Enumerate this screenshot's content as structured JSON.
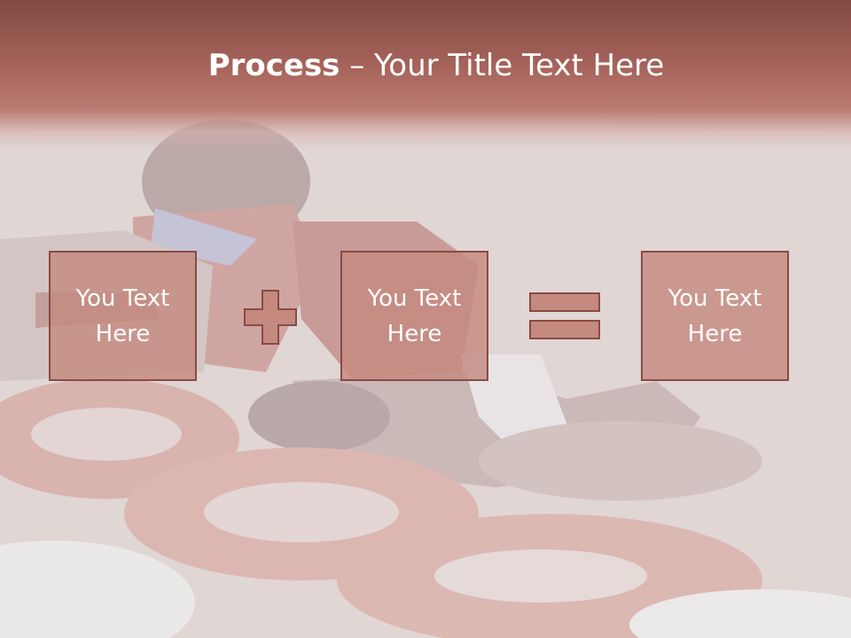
{
  "slide": {
    "title_bold": "Process",
    "title_rest": " – Your Title Text Here",
    "boxes": [
      {
        "line1": "You Text",
        "line2": "Here"
      },
      {
        "line1": "You Text",
        "line2": "Here"
      },
      {
        "line1": "You Text",
        "line2": "Here"
      }
    ],
    "operators": [
      "plus-icon",
      "equals-icon"
    ]
  },
  "colors": {
    "header": "#a7645b",
    "box_fill": "#c48a80",
    "box_border": "#8a4a44",
    "text": "#ffffff"
  }
}
